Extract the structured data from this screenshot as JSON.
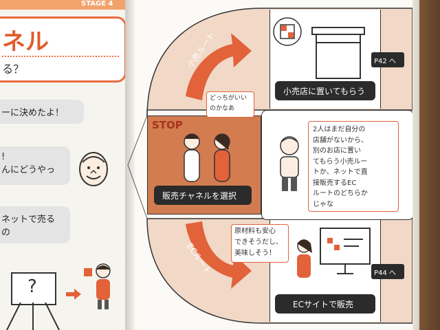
{
  "left_page": {
    "header": "STAGE 4",
    "title_fragment": "ネル",
    "subtitle_fragment": "る？",
    "bubbles": [
      "ーに決めたよ！",
      "!",
      "んにどうやっ",
      "ネットで売るの"
    ],
    "question_mark": "?"
  },
  "diagram": {
    "top_route_label": "小売ルート",
    "retail_card_label": "小売店に置いてもらう",
    "retail_page_ref": "P42 へ",
    "stop_label": "STOP",
    "thought_bubble": "どっちがいい\nのかなあ",
    "select_label": "販売チャネルを選択",
    "explanation_bubble": "2人はまだ自分の\n店舗がないから、\n別のお店に置い\nてもらう小売ルー\nトか、ネットで直\n接販売するEC\nルートのどちらか\nじゃな",
    "bottom_route_label": "ECルート",
    "ec_bubble": "原材料も安心\nできそうだし、\n美味しそう！",
    "ec_card_label": "ECサイトで販売",
    "ec_page_ref": "P44 へ"
  },
  "colors": {
    "page_left": "#f7f5f0",
    "page_right": "#fbfaf6",
    "peach": "#f1d8c7",
    "stop_box": "#d27c50",
    "arrow": "#e2623a",
    "dark_label": "#2b2b2b",
    "wood": "#6b4a2e"
  }
}
